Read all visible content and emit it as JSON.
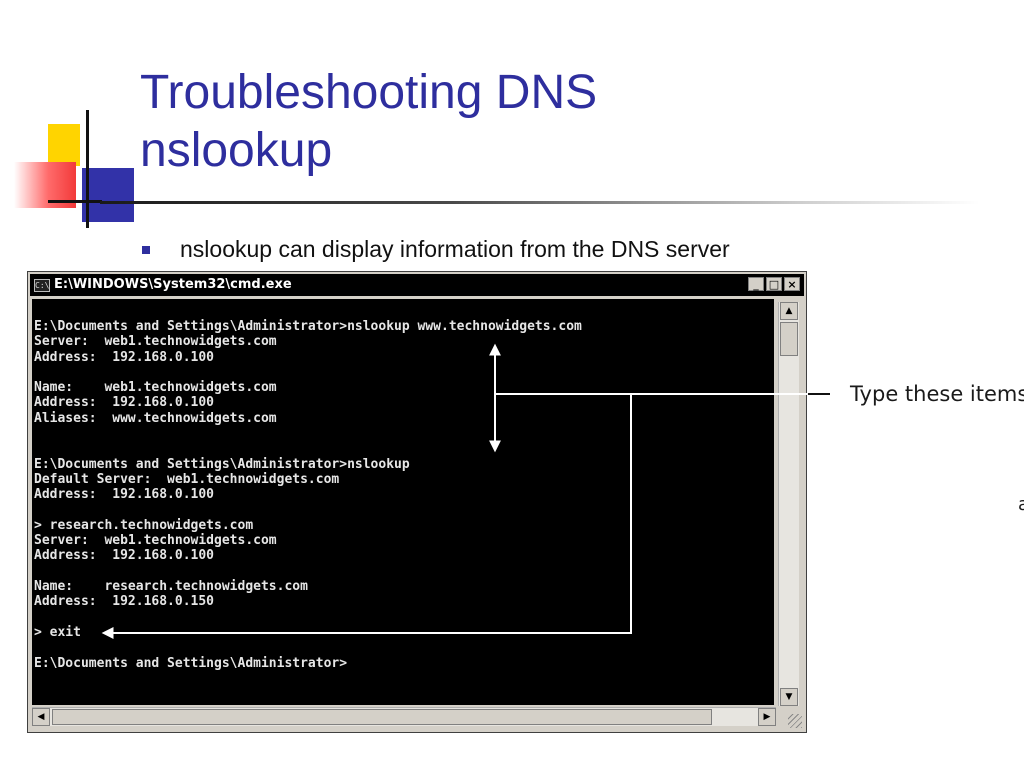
{
  "slide": {
    "title_line1": "Troubleshooting DNS",
    "title_line2": "nslookup",
    "bullet": "nslookup can display information from the DNS server"
  },
  "window": {
    "icon": "cmd-icon",
    "icon_text": "C:\\",
    "title": "E:\\WINDOWS\\System32\\cmd.exe",
    "minimize": "_",
    "maximize": "□",
    "close": "×"
  },
  "console": {
    "text": "E:\\Documents and Settings\\Administrator>nslookup www.technowidgets.com\nServer:  web1.technowidgets.com\nAddress:  192.168.0.100\n\nName:    web1.technowidgets.com\nAddress:  192.168.0.100\nAliases:  www.technowidgets.com\n\n\nE:\\Documents and Settings\\Administrator>nslookup\nDefault Server:  web1.technowidgets.com\nAddress:  192.168.0.100\n\n> research.technowidgets.com\nServer:  web1.technowidgets.com\nAddress:  192.168.0.100\n\nName:    research.technowidgets.com\nAddress:  192.168.0.150\n\n> exit\n\nE:\\Documents and Settings\\Administrator>"
  },
  "scrollbars": {
    "up": "▲",
    "down": "▼",
    "left": "◀",
    "right": "▶"
  },
  "annotation": {
    "callout": "Type these items",
    "stray": "a"
  },
  "colors": {
    "title": "#2e2e9e",
    "console_bg": "#000000",
    "console_text": "#e6e6e6",
    "window_frame": "#d4d0c8"
  }
}
